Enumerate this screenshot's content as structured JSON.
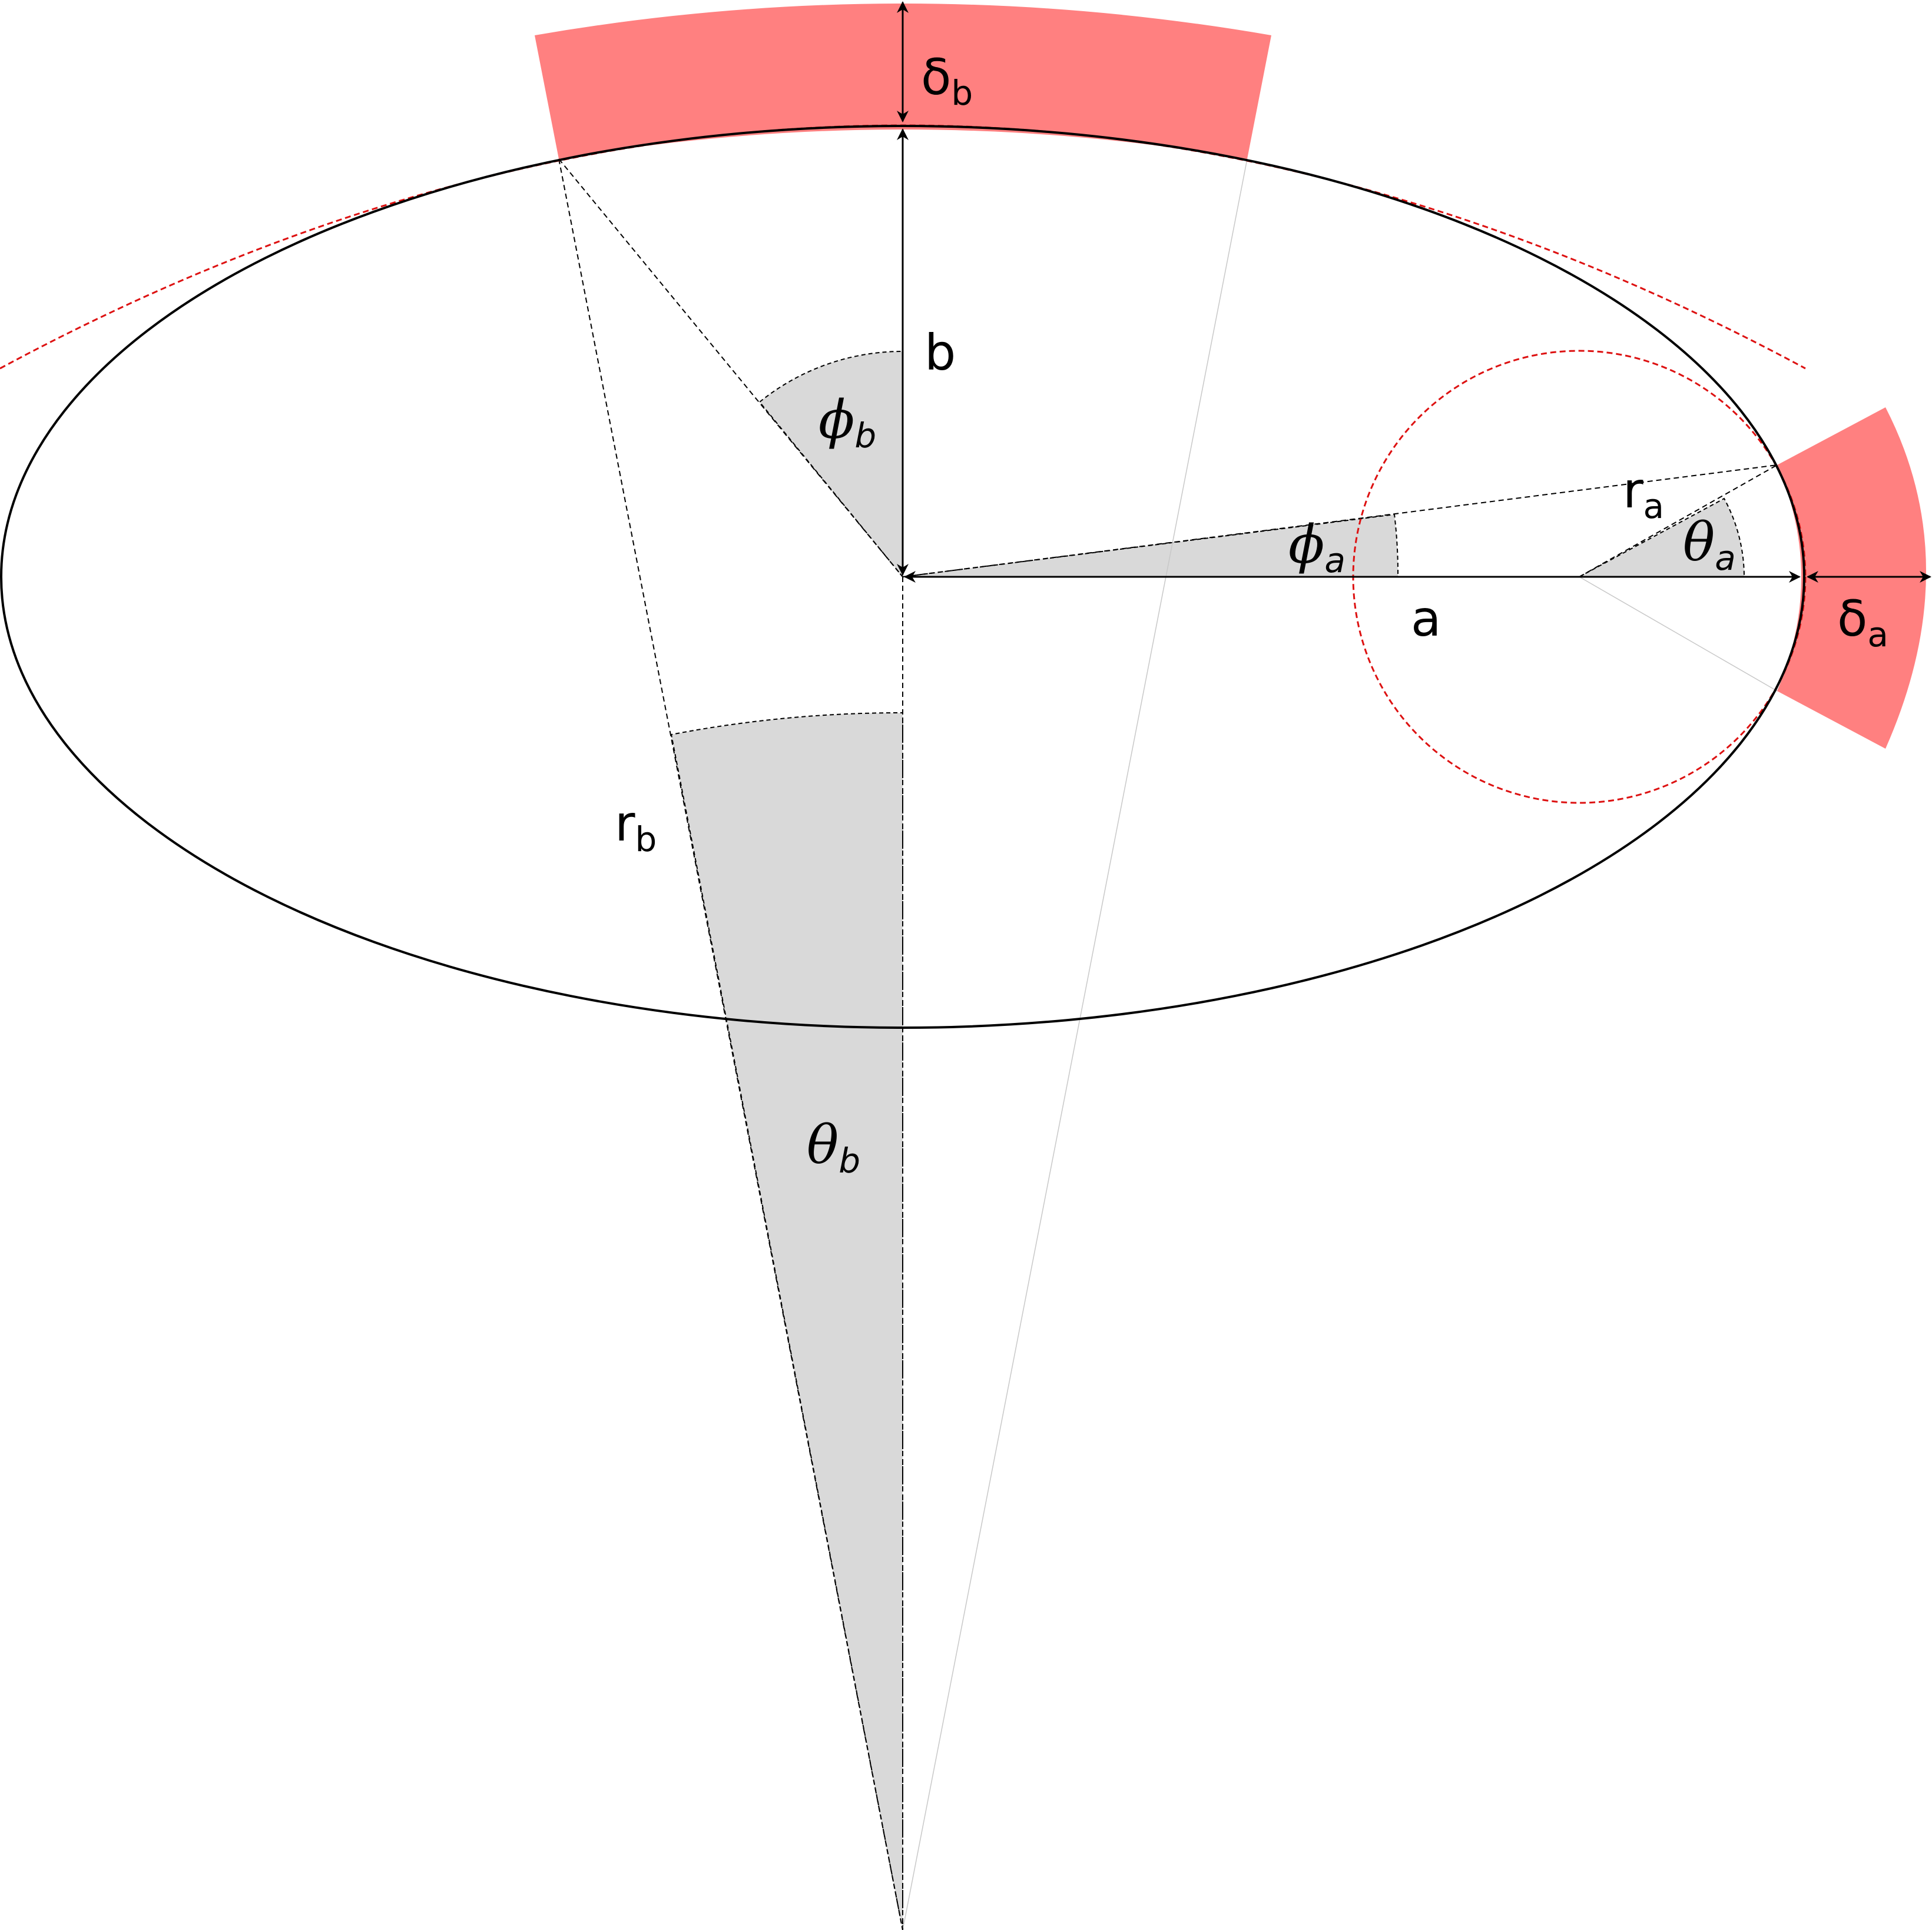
{
  "diagram": {
    "labels": {
      "semi_major": "a",
      "semi_minor": "b",
      "delta_a": {
        "symbol": "δ",
        "sub": "a"
      },
      "delta_b": {
        "symbol": "δ",
        "sub": "b"
      },
      "r_a": {
        "symbol": "r",
        "sub": "a"
      },
      "r_b": {
        "symbol": "r",
        "sub": "b"
      },
      "phi_a": {
        "symbol": "ϕ",
        "sub": "a"
      },
      "phi_b": {
        "symbol": "ϕ",
        "sub": "b"
      },
      "theta_a": {
        "symbol": "θ",
        "sub": "a"
      },
      "theta_b": {
        "symbol": "θ",
        "sub": "b"
      }
    },
    "colors": {
      "ellipse": "#000000",
      "band_fill": "#ff8080",
      "osculating_circle": "#dd1111",
      "angle_fill": "#d9d9d9",
      "construction": "#000000"
    }
  }
}
